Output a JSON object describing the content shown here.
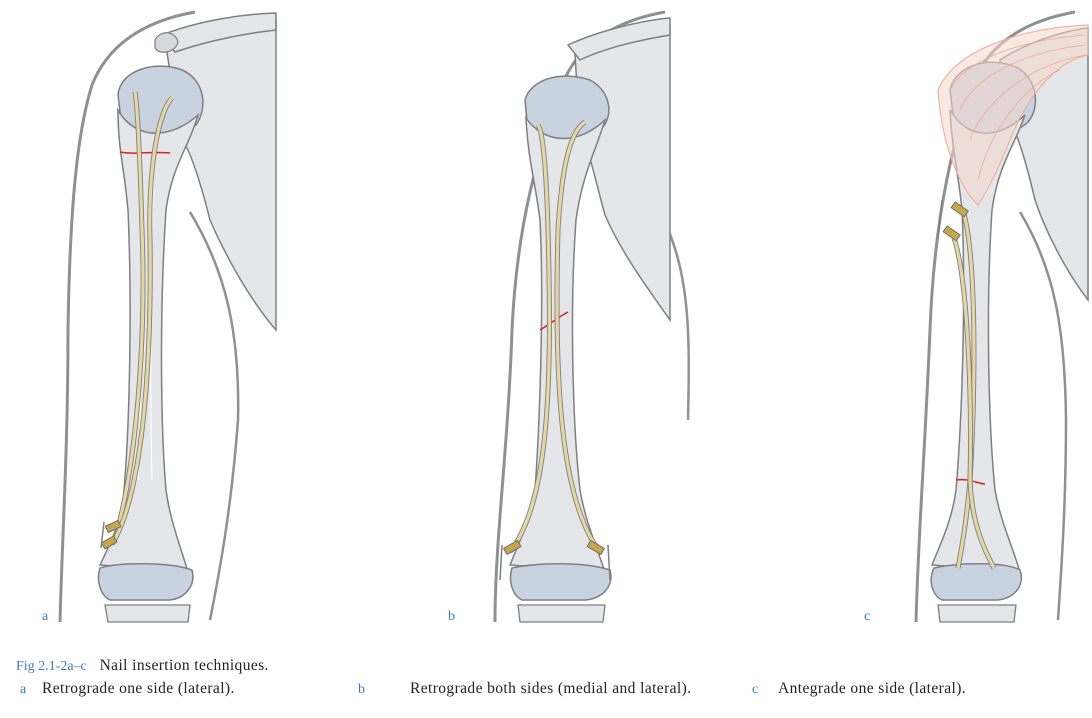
{
  "panels": [
    {
      "label": "a"
    },
    {
      "label": "b"
    },
    {
      "label": "c"
    }
  ],
  "caption": {
    "prefix": "Fig 2.1-2a–c",
    "title": "Nail insertion techniques.",
    "items": [
      {
        "letter": "a",
        "text": "Retrograde one side (lateral)."
      },
      {
        "letter": "b",
        "text": "Retrograde both sides (medial and lateral)."
      },
      {
        "letter": "c",
        "text": "Antegrade one side (lateral)."
      }
    ]
  },
  "colors": {
    "accent": "#3a7cc4",
    "bone_fill": "#e4e6e9",
    "cartilage_fill": "#c9d3df",
    "nail": "#e6d7a0",
    "nail_cap": "#c8a74a",
    "fracture": "#e02020",
    "muscle": "#f0a890",
    "outline": "#7d7f83"
  }
}
